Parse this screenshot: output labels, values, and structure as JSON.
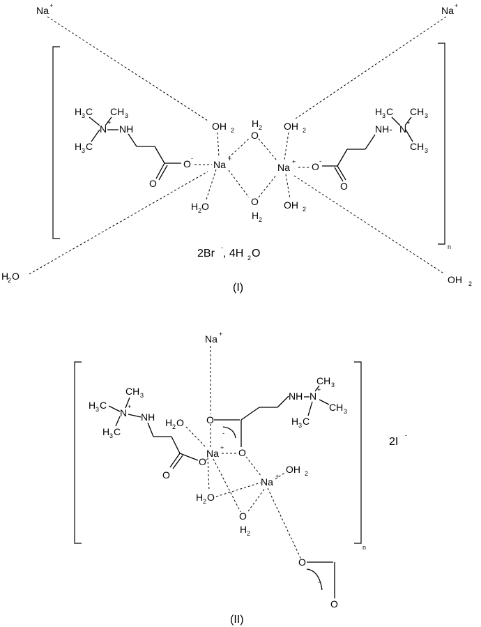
{
  "structure_I": {
    "outer_na_left": "Na",
    "outer_na_right": "Na",
    "oh2": "OH",
    "h2o": "H",
    "o": "O",
    "h2": "H",
    "na": "Na",
    "ch3": "CH",
    "h3c": "H",
    "c_letter": "C",
    "n": "N",
    "nh": "NH",
    "nh_dash": "NH-",
    "o_minus": "O",
    "subscript_2": "2",
    "subscript_3": "3",
    "superscript_plus": "+",
    "superscript_minus": "-",
    "counterions_prefix": "2Br",
    "counterions_middle": ", 4H",
    "counterions_suffix": "O",
    "polymer_index": "n",
    "compound_label": "(I)"
  },
  "structure_II": {
    "na": "Na",
    "o": "O",
    "oh2": "OH",
    "h2o_h": "H",
    "ch3": "CH",
    "h3c": "H",
    "nh": "NH",
    "n": "N",
    "counterion": "2I",
    "polymer_index": "n",
    "compound_label": "(II)"
  }
}
